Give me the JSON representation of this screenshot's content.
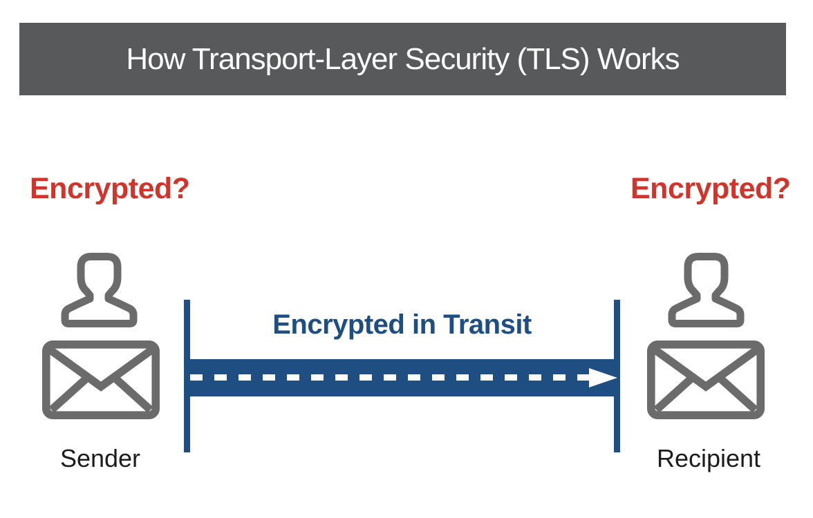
{
  "title": "How Transport-Layer Security (TLS) Works",
  "sender": {
    "encrypted_label": "Encrypted?",
    "role_label": "Sender",
    "icons": [
      "person-icon",
      "envelope-icon"
    ]
  },
  "recipient": {
    "encrypted_label": "Encrypted?",
    "role_label": "Recipient",
    "icons": [
      "person-icon",
      "envelope-icon"
    ]
  },
  "transit": {
    "label": "Encrypted in Transit",
    "arrow_icon": "dashed-arrow-right-icon",
    "boundary_icons": [
      "tls-boundary-line",
      "tls-boundary-line"
    ]
  },
  "colors": {
    "header_bg": "#58595b",
    "title_text": "#ffffff",
    "accent_blue": "#1f4e82",
    "alert_red": "#d1342b",
    "icon_gray": "#6b6b6b",
    "role_text": "#1c1c1c",
    "background": "#ffffff"
  }
}
